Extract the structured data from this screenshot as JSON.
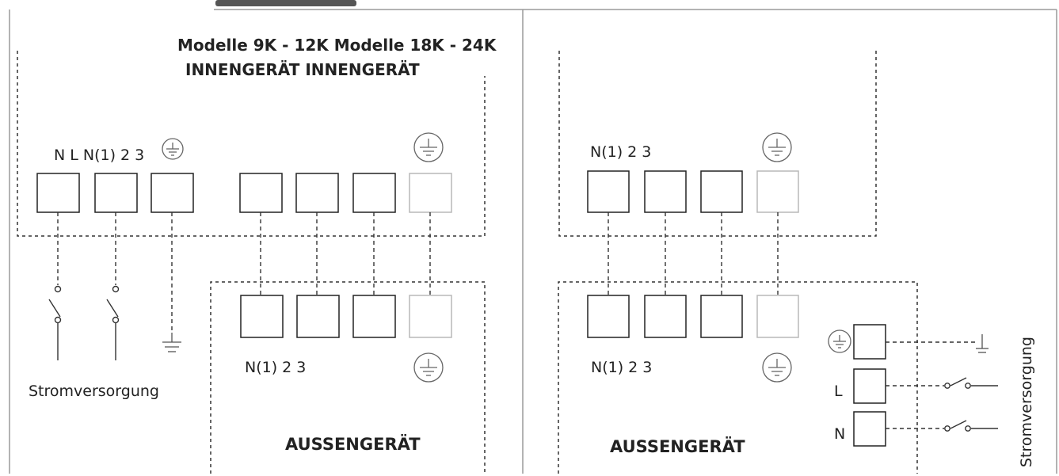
{
  "left_panel": {
    "header_models": "Modelle 9K - 12K Modelle 18K - 24K",
    "header_indoor": "INNENGERÄT INNENGERÄT",
    "indoor_terminal_label": "N L N(1) 2 3",
    "outdoor_terminal_label": "N(1) 2 3",
    "outdoor_title": "AUSSENGERÄT",
    "power_supply_label": "Stromversorgung"
  },
  "right_panel": {
    "indoor_terminal_label": "N(1) 2 3",
    "outdoor_terminal_label": "N(1) 2 3",
    "outdoor_title": "AUSSENGERÄT",
    "power_terminal_L": "L",
    "power_terminal_N": "N",
    "power_supply_label": "Stromversorgung"
  },
  "icons": {
    "ground": "ground-icon",
    "switch": "switch-icon",
    "terminal": "terminal-box"
  },
  "colors": {
    "line": "#222222",
    "faded_terminal": "#b8b8b8",
    "panel_border": "#9a9a9a"
  }
}
